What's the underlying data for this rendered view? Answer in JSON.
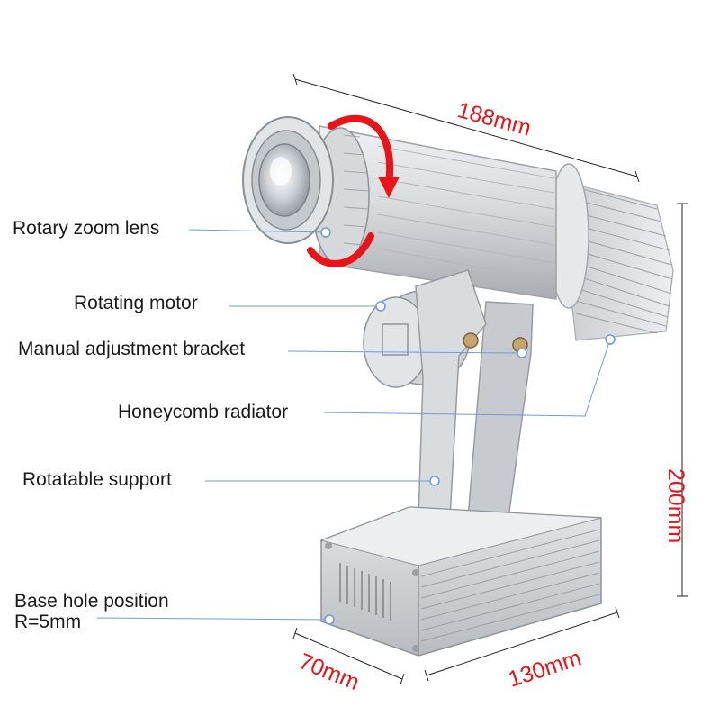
{
  "labels": {
    "lens": "Rotary zoom lens",
    "motor": "Rotating motor",
    "bracket": "Manual adjustment bracket",
    "radiator": "Honeycomb radiator",
    "support": "Rotatable support",
    "base_line1": "Base hole position",
    "base_line2": "R=5mm"
  },
  "dimensions": {
    "length": "188mm",
    "height": "200mm",
    "depth": "70mm",
    "width": "130mm"
  },
  "colors": {
    "dimension_text": "#e8141a",
    "leader_line": "#6f9bd6",
    "body_metal": "#d4d7da"
  }
}
